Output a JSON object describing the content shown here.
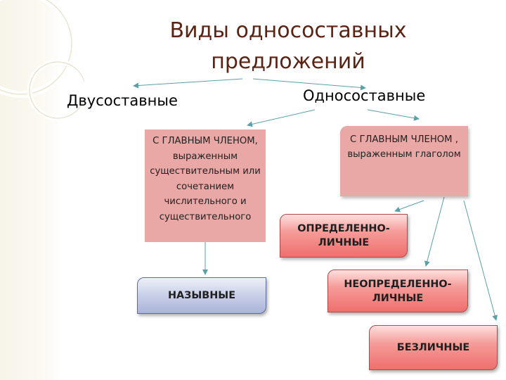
{
  "title": "Виды односоставных предложений",
  "headings": {
    "two_part": "Двусоставные",
    "one_part": "Односоставные"
  },
  "groups": {
    "noun": "С ГЛАВНЫМ ЧЛЕНОМ, выраженным существительным или сочетанием числительного и существительного",
    "verb": "С ГЛАВНЫМ ЧЛЕНОМ , выраженным глаголом"
  },
  "types": {
    "definite": "ОПРЕДЕЛЕННО-ЛИЧНЫЕ",
    "indefinite": "НЕОПРЕДЕЛЕННО-ЛИЧНЫЕ",
    "impersonal": "БЕЗЛИЧНЫЕ",
    "nominative": "НАЗЫВНЫЕ"
  },
  "colors": {
    "title": "#5a2414",
    "group_box": "#e9a7a5",
    "type_box": "#ef6f6d",
    "nominative_box": "#aab4da",
    "arrow": "#5aa0a8"
  }
}
